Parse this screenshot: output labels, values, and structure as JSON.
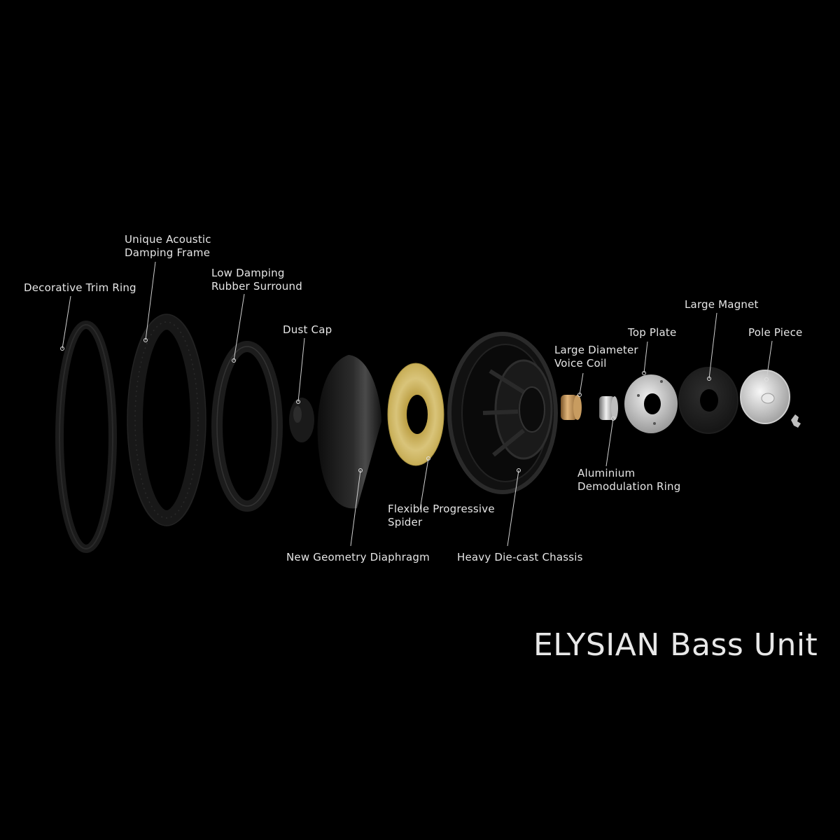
{
  "diagram": {
    "title": "ELYSIAN Bass Unit",
    "components": [
      {
        "id": "trim-ring",
        "lines": [
          "Decorative Trim Ring"
        ]
      },
      {
        "id": "damping-frame",
        "lines": [
          "Unique Acoustic",
          "Damping Frame"
        ]
      },
      {
        "id": "rubber-surround",
        "lines": [
          "Low Damping",
          "Rubber Surround"
        ]
      },
      {
        "id": "dust-cap",
        "lines": [
          "Dust Cap"
        ]
      },
      {
        "id": "diaphragm",
        "lines": [
          "New Geometry Diaphragm"
        ]
      },
      {
        "id": "spider",
        "lines": [
          "Flexible Progressive",
          "Spider"
        ]
      },
      {
        "id": "chassis",
        "lines": [
          "Heavy Die-cast Chassis"
        ]
      },
      {
        "id": "voice-coil",
        "lines": [
          "Large Diameter",
          "Voice Coil"
        ]
      },
      {
        "id": "demodulation-ring",
        "lines": [
          "Aluminium",
          "Demodulation Ring"
        ]
      },
      {
        "id": "top-plate",
        "lines": [
          "Top Plate"
        ]
      },
      {
        "id": "magnet",
        "lines": [
          "Large Magnet"
        ]
      },
      {
        "id": "pole-piece",
        "lines": [
          "Pole Piece"
        ]
      }
    ],
    "colors": {
      "background": "#000000",
      "text": "#e6e6e6",
      "spider": "#c9b25a",
      "voice_coil": "#b98a4a",
      "metal": "#d8d8d8"
    }
  }
}
